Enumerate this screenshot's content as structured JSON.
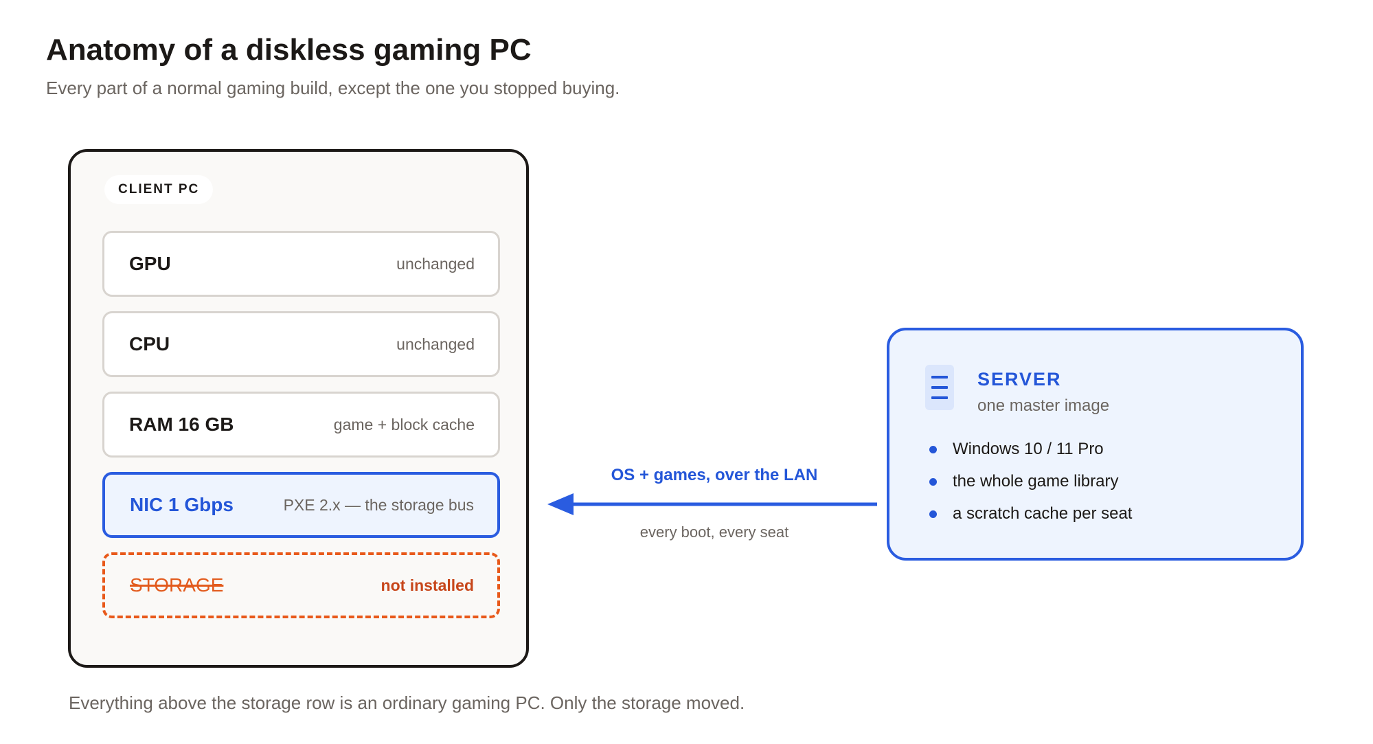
{
  "title": "Anatomy of a diskless gaming PC",
  "subtitle": "Every part of a normal gaming build, except the one you stopped buying.",
  "client": {
    "label": "CLIENT PC",
    "rows": [
      {
        "name": "GPU",
        "note": "unchanged"
      },
      {
        "name": "CPU",
        "note": "unchanged"
      },
      {
        "name": "RAM 16 GB",
        "note": "game + block cache"
      },
      {
        "name": "NIC 1 Gbps",
        "note": "PXE 2.x — the storage bus"
      },
      {
        "name": "STORAGE",
        "note": "not installed"
      }
    ]
  },
  "flow": {
    "label": "OS + games, over the LAN",
    "sublabel": "every boot, every seat"
  },
  "server": {
    "title": "SERVER",
    "subtitle": "one master image",
    "items": [
      "Windows 10 / 11 Pro",
      "the whole game library",
      "a scratch cache per seat"
    ]
  },
  "footnote": "Everything above the storage row is an ordinary gaming PC. Only the storage moved.",
  "colors": {
    "accent_blue": "#2456d8",
    "warning_orange": "#e8591a",
    "text_dark": "#1c1917",
    "text_muted": "#6b6560"
  }
}
